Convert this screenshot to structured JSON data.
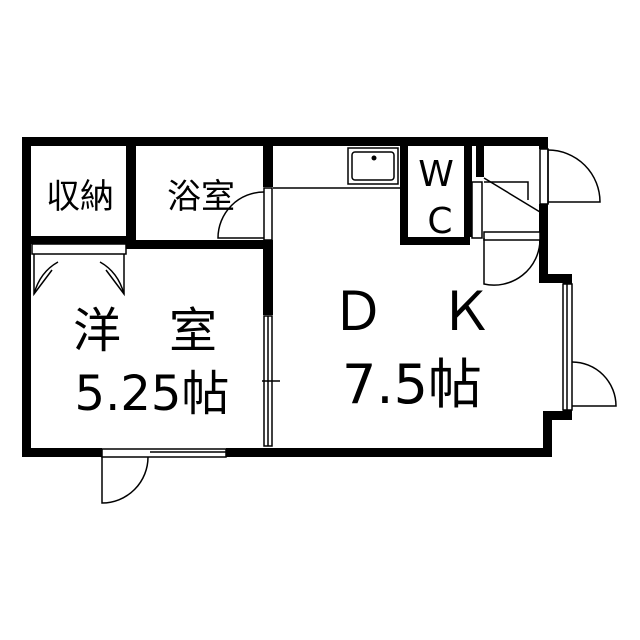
{
  "floor_plan": {
    "rooms": {
      "storage": {
        "label": "収納"
      },
      "bathroom": {
        "label": "浴室"
      },
      "wc": {
        "label_line1": "W",
        "label_line2": "C"
      },
      "western_room": {
        "name": "洋　室",
        "size": "5.25帖"
      },
      "dining_kitchen": {
        "name": "Ｄ　Ｋ",
        "size": "7.5帖"
      }
    },
    "fixtures": [
      "sink-icon",
      "door-swing-icon",
      "sliding-door-icon",
      "window-icon"
    ],
    "colors": {
      "wall": "#000000",
      "background": "#ffffff"
    }
  }
}
